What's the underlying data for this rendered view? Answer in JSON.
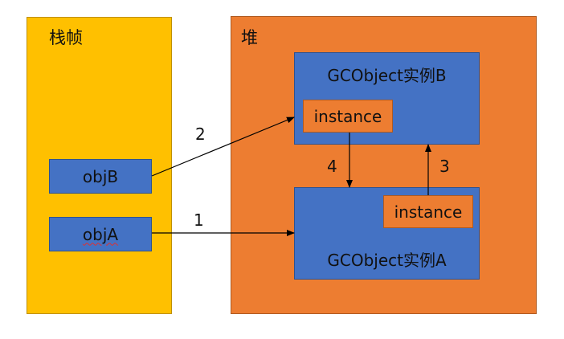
{
  "stack_frame": {
    "title": "栈帧",
    "color": "#FFC000",
    "variables": [
      {
        "name": "objB"
      },
      {
        "name": "objA"
      }
    ]
  },
  "heap": {
    "title": "堆",
    "color": "#ED7D31",
    "objects": [
      {
        "title": "GCObject实例B",
        "field": "instance"
      },
      {
        "title": "GCObject实例A",
        "field": "instance"
      }
    ]
  },
  "arrows": [
    {
      "label": "1",
      "from": "objA",
      "to": "GCObject实例A"
    },
    {
      "label": "2",
      "from": "objB",
      "to": "GCObject实例B"
    },
    {
      "label": "3",
      "from": "GCObject实例A.instance",
      "to": "GCObject实例B"
    },
    {
      "label": "4",
      "from": "GCObject实例B.instance",
      "to": "GCObject实例A"
    }
  ],
  "colors": {
    "object_box": "#4472C4",
    "field_box": "#ED7D31",
    "arrow": "#000000"
  }
}
